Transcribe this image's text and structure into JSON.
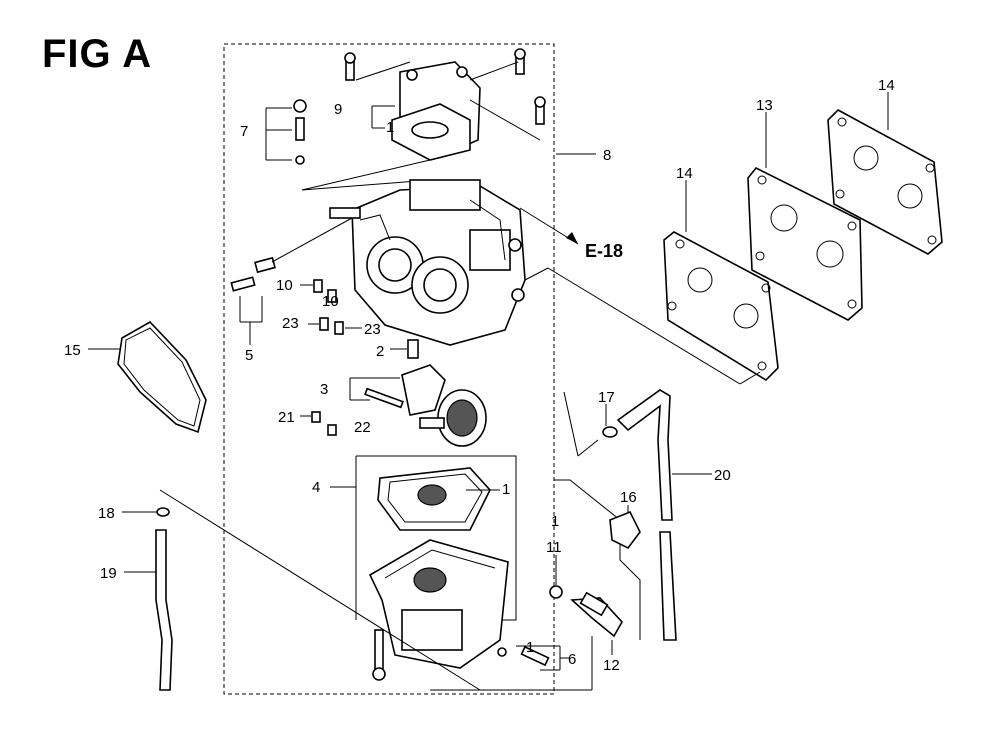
{
  "figure": {
    "title": "FIG A",
    "reference": "E-18"
  },
  "callouts": {
    "c1_a": "1",
    "c1_b": "1",
    "c1_c": "1",
    "c1_d": "1",
    "c2": "2",
    "c3": "3",
    "c4": "4",
    "c5": "5",
    "c6": "6",
    "c7": "7",
    "c8": "8",
    "c9": "9",
    "c10_a": "10",
    "c10_b": "10",
    "c11": "11",
    "c12": "12",
    "c13": "13",
    "c14_a": "14",
    "c14_b": "14",
    "c15": "15",
    "c16": "16",
    "c17": "17",
    "c18": "18",
    "c19": "19",
    "c20": "20",
    "c21": "21",
    "c22": "22",
    "c23_a": "23",
    "c23_b": "23"
  }
}
